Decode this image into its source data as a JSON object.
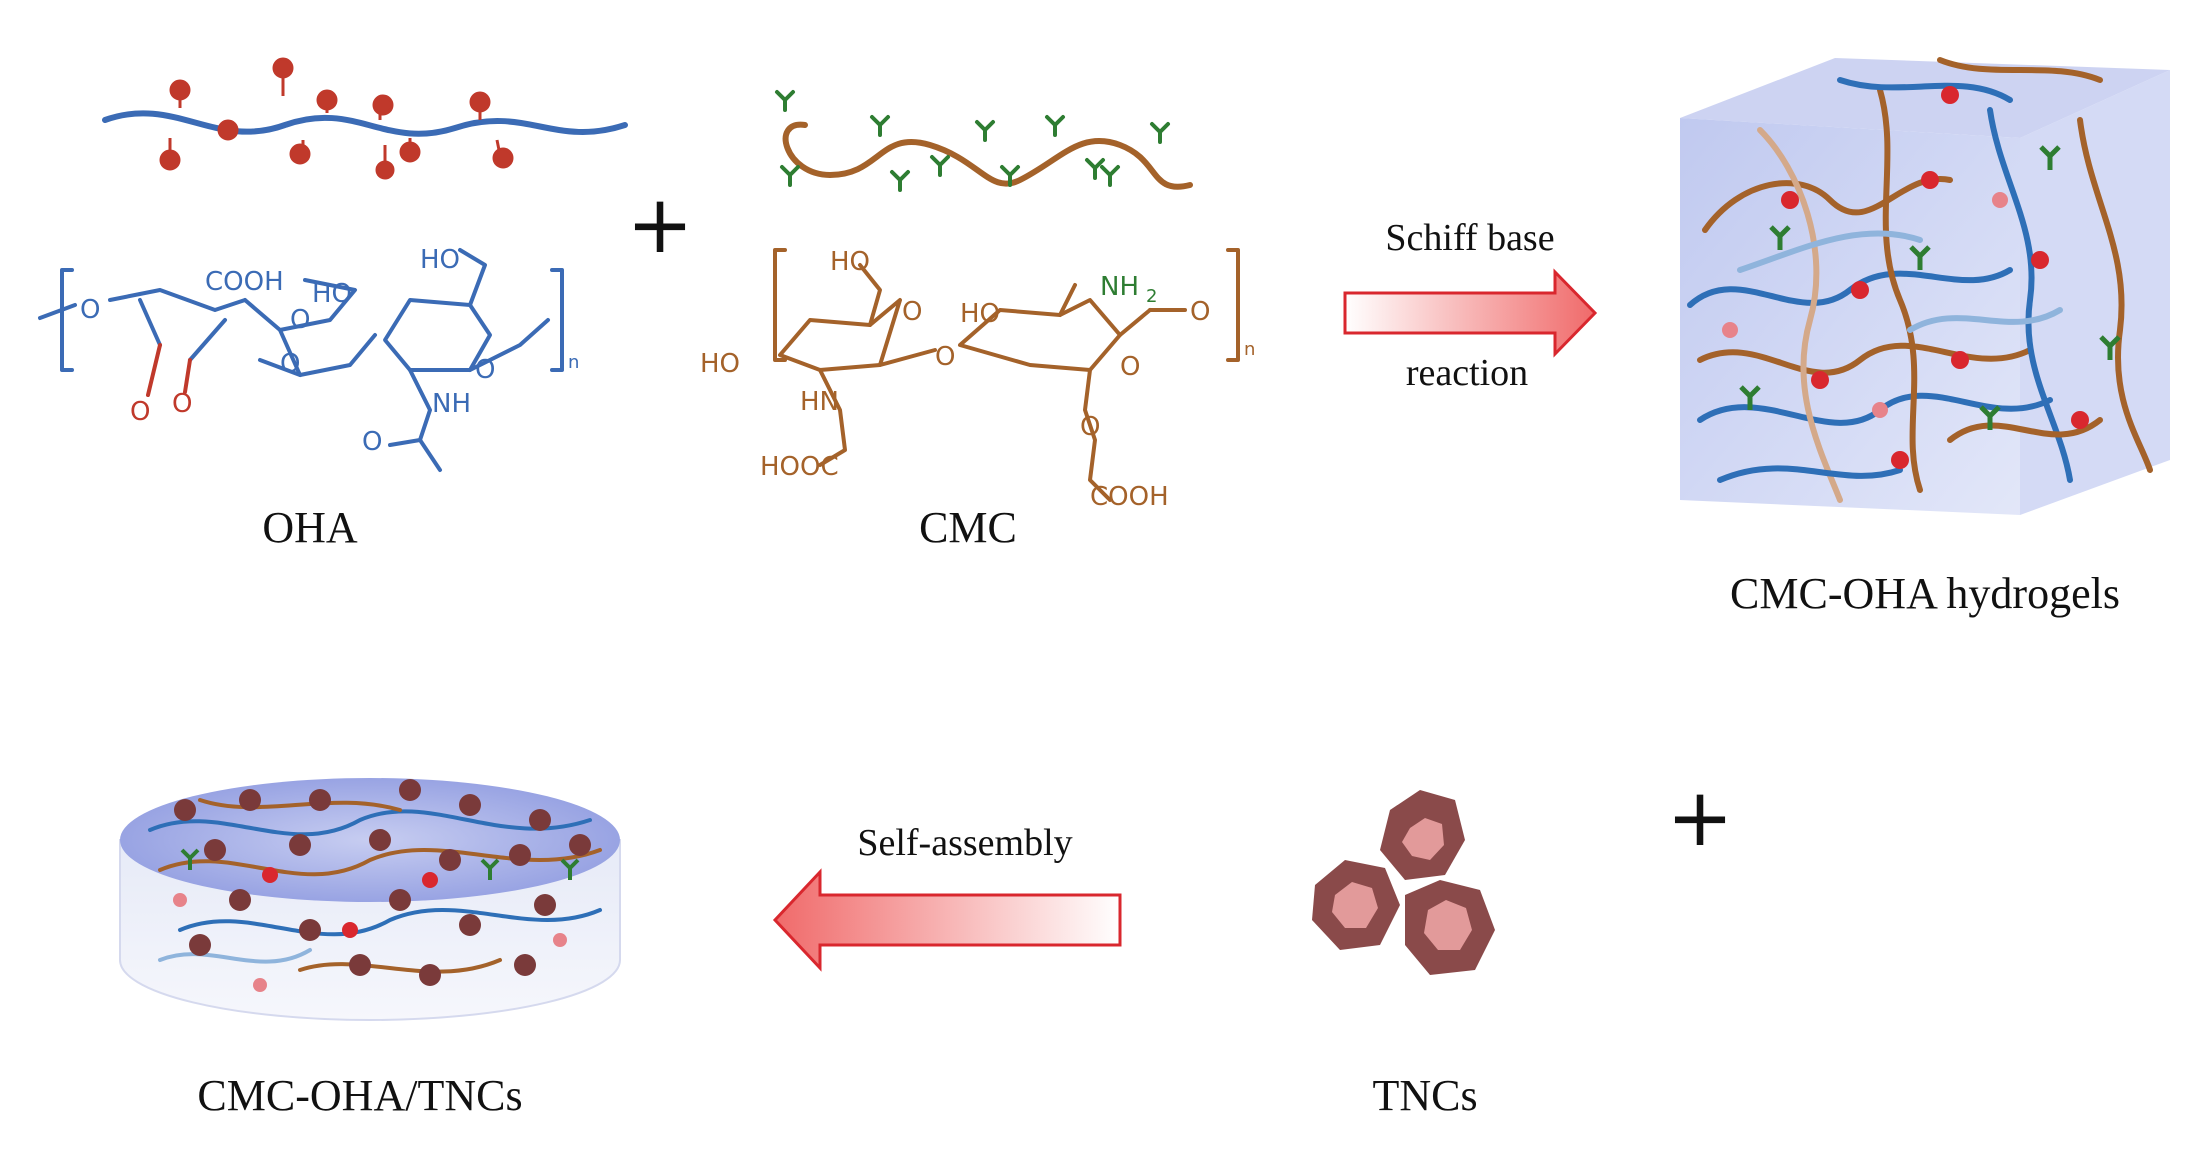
{
  "labels": {
    "oha": "OHA",
    "cmc": "CMC",
    "hydrogel": "CMC-OHA hydrogels",
    "composite": "CMC-OHA/TNCs",
    "tncs": "TNCs"
  },
  "arrows": {
    "schiff_top": "Schiff base",
    "schiff_bottom": "reaction",
    "self_assembly": "Self-assembly"
  },
  "operators": {
    "plus_top": "+",
    "plus_bottom": "+"
  },
  "chem_text": {
    "oha_cooh": "COOH",
    "oha_ho_ring": "HO",
    "oha_ho_ch2": "HO",
    "oha_nh": "NH",
    "oha_n": "n",
    "oha_o": "O",
    "cmc_ho_ch2": "HO",
    "cmc_ho_left": "HO",
    "cmc_ho_mid": "HO",
    "cmc_hn": "HN",
    "cmc_hooc": "HOOC",
    "cmc_nh2": "NH",
    "cmc_nh2_sub": "2",
    "cmc_cooh": "COOH",
    "cmc_n": "n",
    "cmc_o": "O"
  },
  "colors": {
    "oha_chain": "#3b6bb5",
    "aldehyde": "#c0392b",
    "cmc_chain": "#a4622a",
    "amine": "#2e7d32",
    "arrow_fill": "#f4a0a0",
    "arrow_stroke": "#d9272e",
    "tnc_outer": "#8a4a4a",
    "tnc_inner": "#e29a9a"
  }
}
